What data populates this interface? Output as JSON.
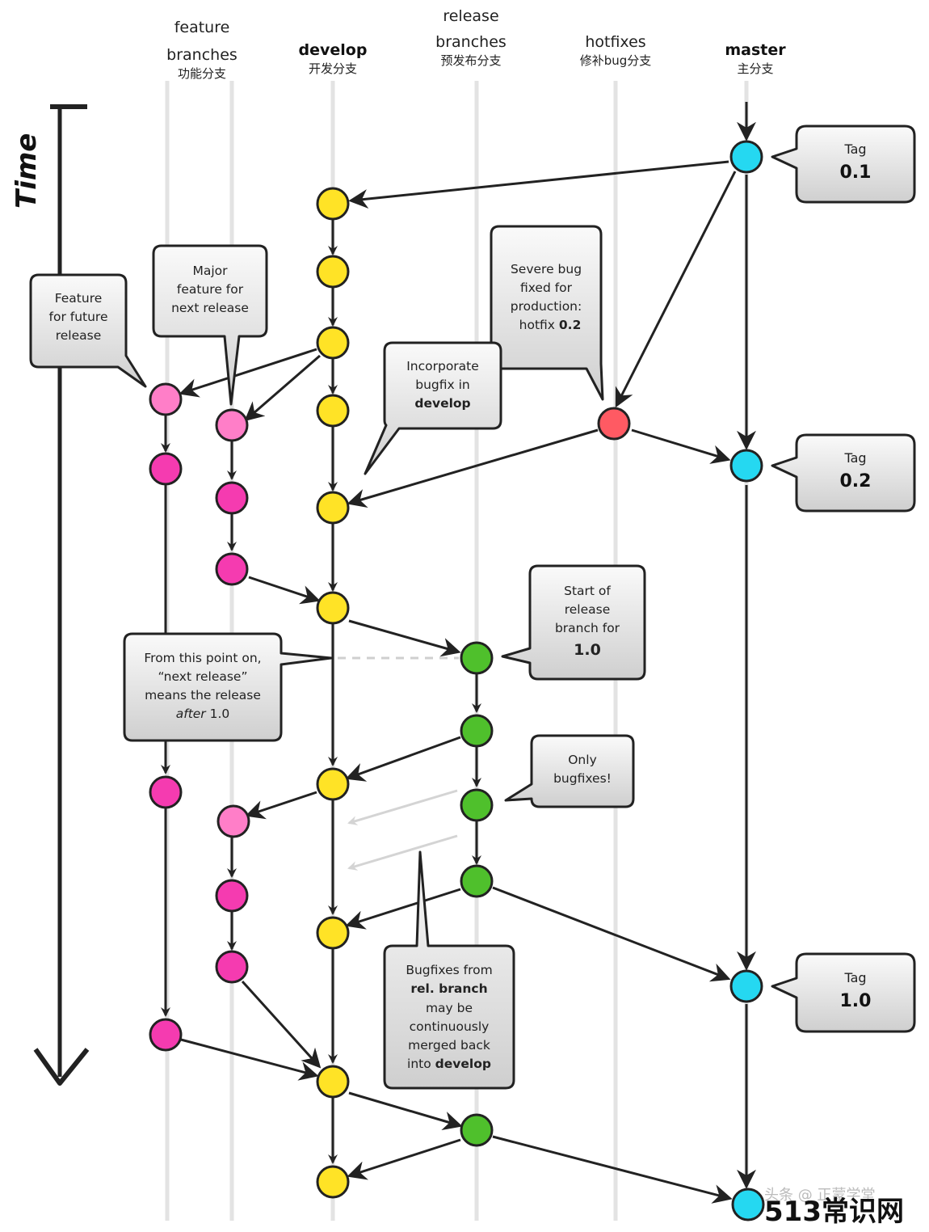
{
  "headers": {
    "feature": {
      "line1": "feature",
      "line2": "branches",
      "cn": "功能分支"
    },
    "develop": {
      "line1": "develop",
      "cn": "开发分支"
    },
    "release": {
      "line1": "release",
      "line2": "branches",
      "cn": "预发布分支"
    },
    "hotfixes": {
      "line1": "hotfixes",
      "cn": "修补bug分支"
    },
    "master": {
      "line1": "master",
      "cn": "主分支"
    }
  },
  "time_label": "Time",
  "bubbles": {
    "feature_future": [
      "Feature",
      "for future",
      "release"
    ],
    "major_feature": [
      "Major",
      "feature for",
      "next release"
    ],
    "severe_bug": [
      "Severe bug",
      "fixed for",
      "production:"
    ],
    "severe_bug_last_prefix": "hotfix ",
    "severe_bug_last_bold": "0.2",
    "incorporate": [
      "Incorporate",
      "bugfix in"
    ],
    "incorporate_bold": "develop",
    "start_release": [
      "Start of",
      "release",
      "branch for"
    ],
    "start_release_bold": "1.0",
    "from_this_point": [
      "From this point on,",
      "“next release”",
      "means the release"
    ],
    "from_this_point_italic": "after",
    "from_this_point_tail": " 1.0",
    "only_bugfixes": [
      "Only",
      "bugfixes!"
    ],
    "bugfixes_rel_1": "Bugfixes from",
    "bugfixes_rel_bold1": "rel. branch",
    "bugfixes_rel_mid": [
      "may be",
      "continuously",
      "merged back"
    ],
    "bugfixes_rel_last_prefix": "into ",
    "bugfixes_rel_last_bold": "develop"
  },
  "tags": [
    {
      "label": "Tag",
      "version": "0.1"
    },
    {
      "label": "Tag",
      "version": "0.2"
    },
    {
      "label": "Tag",
      "version": "1.0"
    }
  ],
  "watermark": {
    "faint": "头条 @ 正蒙学堂",
    "main": "513常识网"
  },
  "colors": {
    "develop_commit": "#ffe326",
    "feature_light": "#ff7ec8",
    "feature_dark": "#f53bb0",
    "release_commit": "#4fc02c",
    "hotfix_commit": "#ff5a63",
    "master_commit": "#25d8f1"
  }
}
